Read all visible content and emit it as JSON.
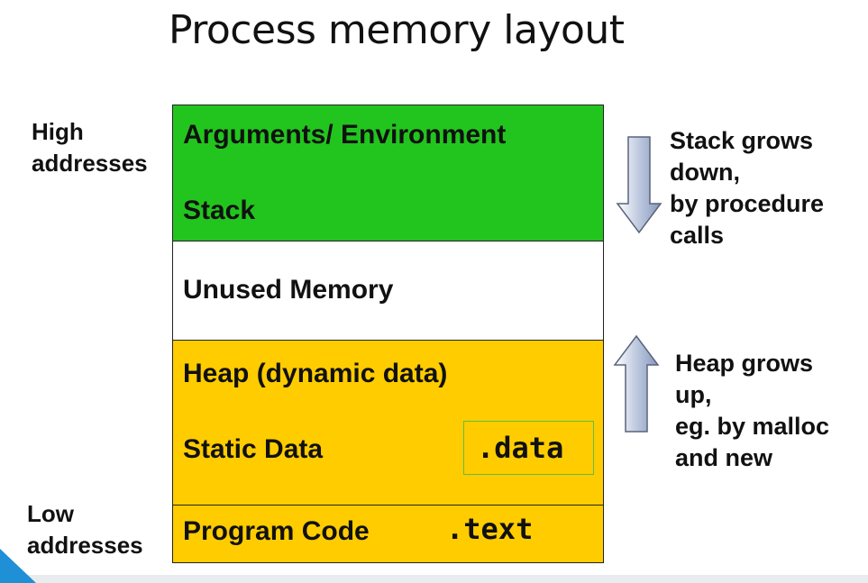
{
  "title": "Process memory layout",
  "labels": {
    "high": "High\naddresses",
    "low": "Low\naddresses"
  },
  "segments": {
    "args": "Arguments/ Environment",
    "stack": "Stack",
    "unused": "Unused Memory",
    "heap": "Heap (dynamic data)",
    "static": "Static Data",
    "data_section": ".data",
    "program": "Program Code",
    "text_section": ".text"
  },
  "notes": {
    "stack": "Stack grows\ndown,\nby procedure\ncalls",
    "heap": "Heap grows\nup,\neg. by malloc\nand new"
  },
  "colors": {
    "stack_region": "#22c51e",
    "unused_region": "#ffffff",
    "heap_region": "#ffcc00",
    "arrow_fill": "#b8c4dc",
    "corner_accent": "#1f8fd6"
  }
}
